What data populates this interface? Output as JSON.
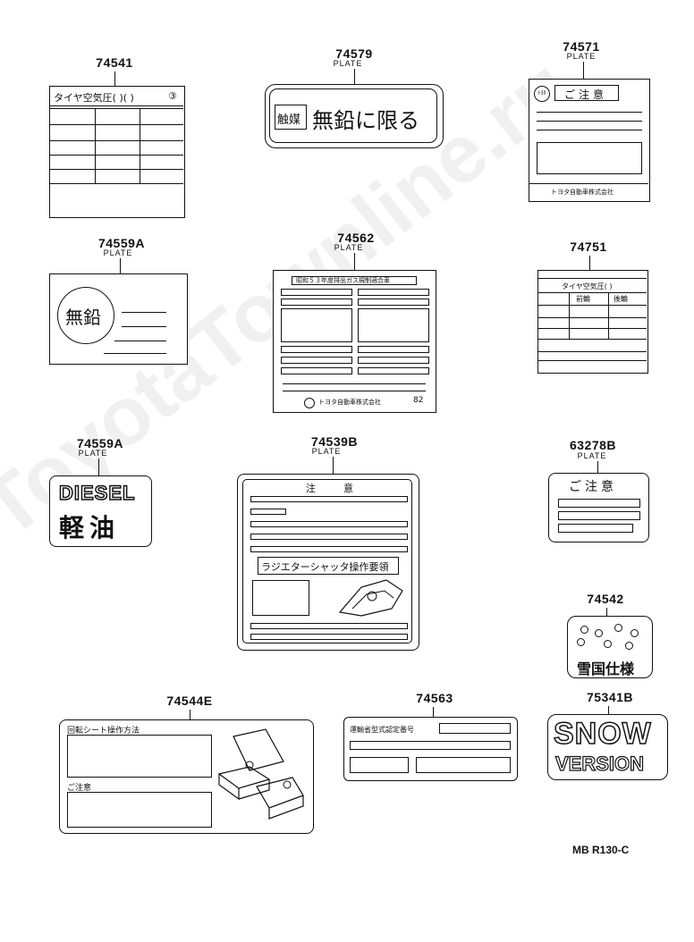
{
  "watermark": "ToyotaTownline.ru",
  "diagram_code": "MB R130-C",
  "labels": {
    "l74541": {
      "part_no": "74541",
      "tire": "タイヤ空気圧(   )(    )",
      "circle": "③"
    },
    "l74579": {
      "part_no": "74579",
      "plate": "PLATE",
      "catalyst": "触媒",
      "text": "無鉛に限る"
    },
    "l74571": {
      "part_no": "74571",
      "plate": "PLATE",
      "logo": "ﾄﾖﾀ",
      "title": "ご注意",
      "maker": "トヨタ自動車株式会社"
    },
    "l74559A_1": {
      "part_no": "74559A",
      "plate": "PLATE",
      "text": "無鉛"
    },
    "l74562": {
      "part_no": "74562",
      "plate": "PLATE",
      "header": "昭和５３年度排出ガス規制適合車",
      "maker": "トヨタ自動車株式会社",
      "year": "82"
    },
    "l74751": {
      "part_no": "74751",
      "tire": "タイヤ空気圧(   )",
      "front": "前輪",
      "rear": "後輪"
    },
    "l74559A_2": {
      "part_no": "74559A",
      "plate": "PLATE",
      "diesel": "DIESEL",
      "keiyu": "軽油"
    },
    "l74539B": {
      "part_no": "74539B",
      "plate": "PLATE",
      "title": "注　意",
      "shutter": "ラジエターシャッタ操作要領"
    },
    "l63278B": {
      "part_no": "63278B",
      "plate": "PLATE",
      "title": "ご注意"
    },
    "l74542": {
      "part_no": "74542",
      "text": "雪国仕様"
    },
    "l74544E": {
      "part_no": "74544E",
      "seat": "回転シート操作方法",
      "caution": "ご注意"
    },
    "l74563": {
      "part_no": "74563",
      "text": "運輸省型式認定番号"
    },
    "l75341B": {
      "part_no": "75341B",
      "snow": "SNOW",
      "version": "VERSION"
    }
  }
}
